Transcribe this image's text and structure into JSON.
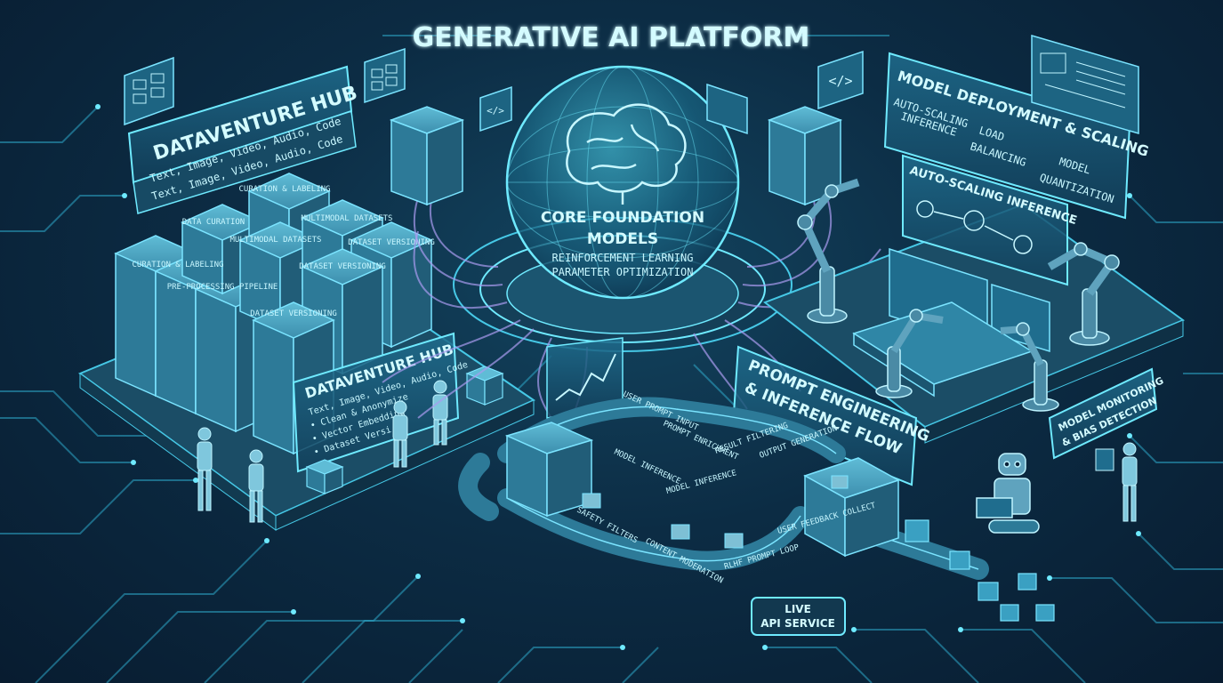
{
  "title": "GENERATIVE AI PLATFORM",
  "colors": {
    "background": "#0b2238",
    "accent": "#3fe0ff",
    "panel": "#1b5a78",
    "text": "#c8f7ff"
  },
  "data_hub": {
    "title": "DATAVENTURE HUB",
    "subtitle": "Text, Image, Video, Audio, Code",
    "subtitle_echo": "Text, Image, Video, Audio, Code",
    "modules": [
      "DATA CURATION",
      "CURATION & LABELING",
      "MULTIMODAL DATASETS",
      "DATASET VERSIONING",
      "CURATION & LABELING",
      "MULTIMODAL DATASETS",
      "DATASET VERSIONING",
      "PRE-PROCESSING PIPELINE",
      "DATASET VERSIONING"
    ],
    "floor_panel": {
      "title": "DATAVENTURE HUB",
      "lines": [
        "Text, Image, Video, Audio, Code",
        "• Clean & Anonymize",
        "• Vector Embedding",
        "• Dataset Versi..."
      ]
    }
  },
  "core": {
    "title_line1": "CORE FOUNDATION",
    "title_line2": "MODELS",
    "sub1": "REINFORCEMENT LEARNING",
    "sub2": "PARAMETER OPTIMIZATION"
  },
  "deployment": {
    "title": "MODEL DEPLOYMENT & SCALING",
    "items": [
      "AUTO-SCALING",
      "INFERENCE",
      "LOAD",
      "BALANCING",
      "MODEL",
      "QUANTIZATION"
    ],
    "screen_title": "AUTO-SCALING INFERENCE"
  },
  "prompt_flow": {
    "title_line1": "PROMPT ENGINEERING",
    "title_line2": "& INFERENCE FLOW",
    "steps": [
      "USER PROMPT INPUT",
      "PROMPT ENRICHMENT",
      "RESULT FILTERING",
      "OUTPUT GENERATION",
      "MODEL INFERENCE",
      "MODEL INFERENCE",
      "SAFETY FILTERS",
      "CONTENT MODERATION",
      "RLHF PROMPT LOOP",
      "USER FEEDBACK COLLECT"
    ]
  },
  "monitoring": {
    "line1": "MODEL MONITORING",
    "line2": "& BIAS DETECTION"
  },
  "live_api": {
    "line1": "LIVE",
    "line2": "API SERVICE"
  },
  "icons": [
    "code-icon",
    "brain-icon",
    "chart-icon",
    "dashboard-icon",
    "robot-arm-icon",
    "robot-icon",
    "cube-icon",
    "person-icon",
    "keyboard-icon",
    "server-icon"
  ]
}
